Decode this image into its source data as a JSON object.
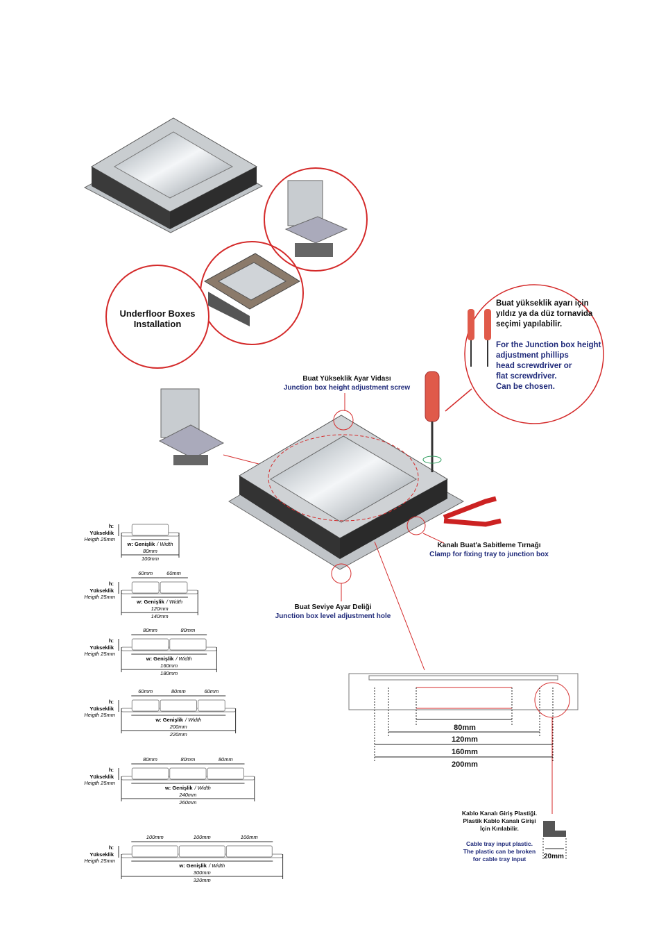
{
  "title_circle": {
    "line1": "Underfloor Boxes",
    "line2": "Installation"
  },
  "screwdriver_note": {
    "tr": [
      "Buat yükseklik ayarı için",
      "yıldız ya da düz tornavida",
      "seçimi yapılabilir."
    ],
    "en": [
      "For the Junction box height",
      "adjustment phillips",
      "head screwdriver or",
      "flat screwdriver.",
      "Can be chosen."
    ]
  },
  "height_screw": {
    "tr": "Buat Yükseklik Ayar Vidası",
    "en": "Junction box height adjustment screw"
  },
  "clamp": {
    "tr": "Kanalı Buat'a Sabitleme Tırnağı",
    "en": "Clamp for fixing tray to junction box"
  },
  "level_hole": {
    "tr": "Buat Seviye Ayar Deliği",
    "en": "Junction box level adjustment hole"
  },
  "section_dims": [
    "80mm",
    "120mm",
    "160mm",
    "200mm"
  ],
  "cable_tray": {
    "tr": [
      "Kablo Kanalı Giriş Plastiği.",
      "Plastik Kablo Kanalı Girişi",
      "İçin Kırılabilir."
    ],
    "en": [
      "Cable tray input plastic.",
      "The plastic can be broken",
      "for cable tray input"
    ],
    "dim": "20mm"
  },
  "profile_labels": {
    "h": "h:",
    "height_tr": "Yükseklik",
    "height_en": "Heigth 25mm",
    "width_tr": "w: Genişlik",
    "width_en": "/ Width"
  },
  "profiles": [
    {
      "sections": [
        80
      ],
      "section_labels": [],
      "width": "80mm",
      "total": "100mm",
      "w": 80,
      "t": 100
    },
    {
      "sections": [
        60,
        60
      ],
      "section_labels": [
        "60mm",
        "60mm"
      ],
      "width": "120mm",
      "total": "140mm",
      "w": 120,
      "t": 140
    },
    {
      "sections": [
        80,
        80
      ],
      "section_labels": [
        "80mm",
        "80mm"
      ],
      "width": "160mm",
      "total": "180mm",
      "w": 160,
      "t": 180
    },
    {
      "sections": [
        60,
        80,
        60
      ],
      "section_labels": [
        "60mm",
        "80mm",
        "60mm"
      ],
      "width": "200mm",
      "total": "220mm",
      "w": 200,
      "t": 220
    },
    {
      "sections": [
        80,
        80,
        80
      ],
      "section_labels": [
        "80mm",
        "80mm",
        "80mm"
      ],
      "width": "240mm",
      "total": "260mm",
      "w": 240,
      "t": 260
    },
    {
      "sections": [
        100,
        100,
        100
      ],
      "section_labels": [
        "100mm",
        "100mm",
        "100mm"
      ],
      "width": "300mm",
      "total": "320mm",
      "w": 300,
      "t": 320
    }
  ],
  "colors": {
    "accent": "#d42a2a",
    "navy": "#1f2a7a"
  }
}
